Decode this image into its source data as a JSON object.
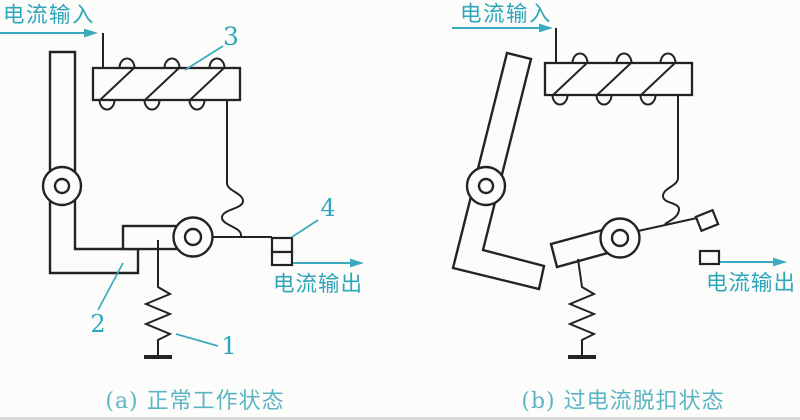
{
  "figure_type": "electromagnetic-overcurrent-trip-mechanism",
  "colors": {
    "line": "#232323",
    "accent_teal": "#2ea6ba",
    "caption_teal": "#5cb5c4",
    "background": "#fcfcfb",
    "bottom_strip": "#cccccc"
  },
  "diagram_a": {
    "input_label": "电流输入",
    "output_label": "电流输出",
    "caption": "(a) 正常工作状态",
    "part_labels": {
      "spring": "1",
      "lever": "2",
      "coil": "3",
      "contact": "4"
    }
  },
  "diagram_b": {
    "input_label": "电流输入",
    "output_label": "电流输出",
    "caption": "(b) 过电流脱扣状态"
  }
}
